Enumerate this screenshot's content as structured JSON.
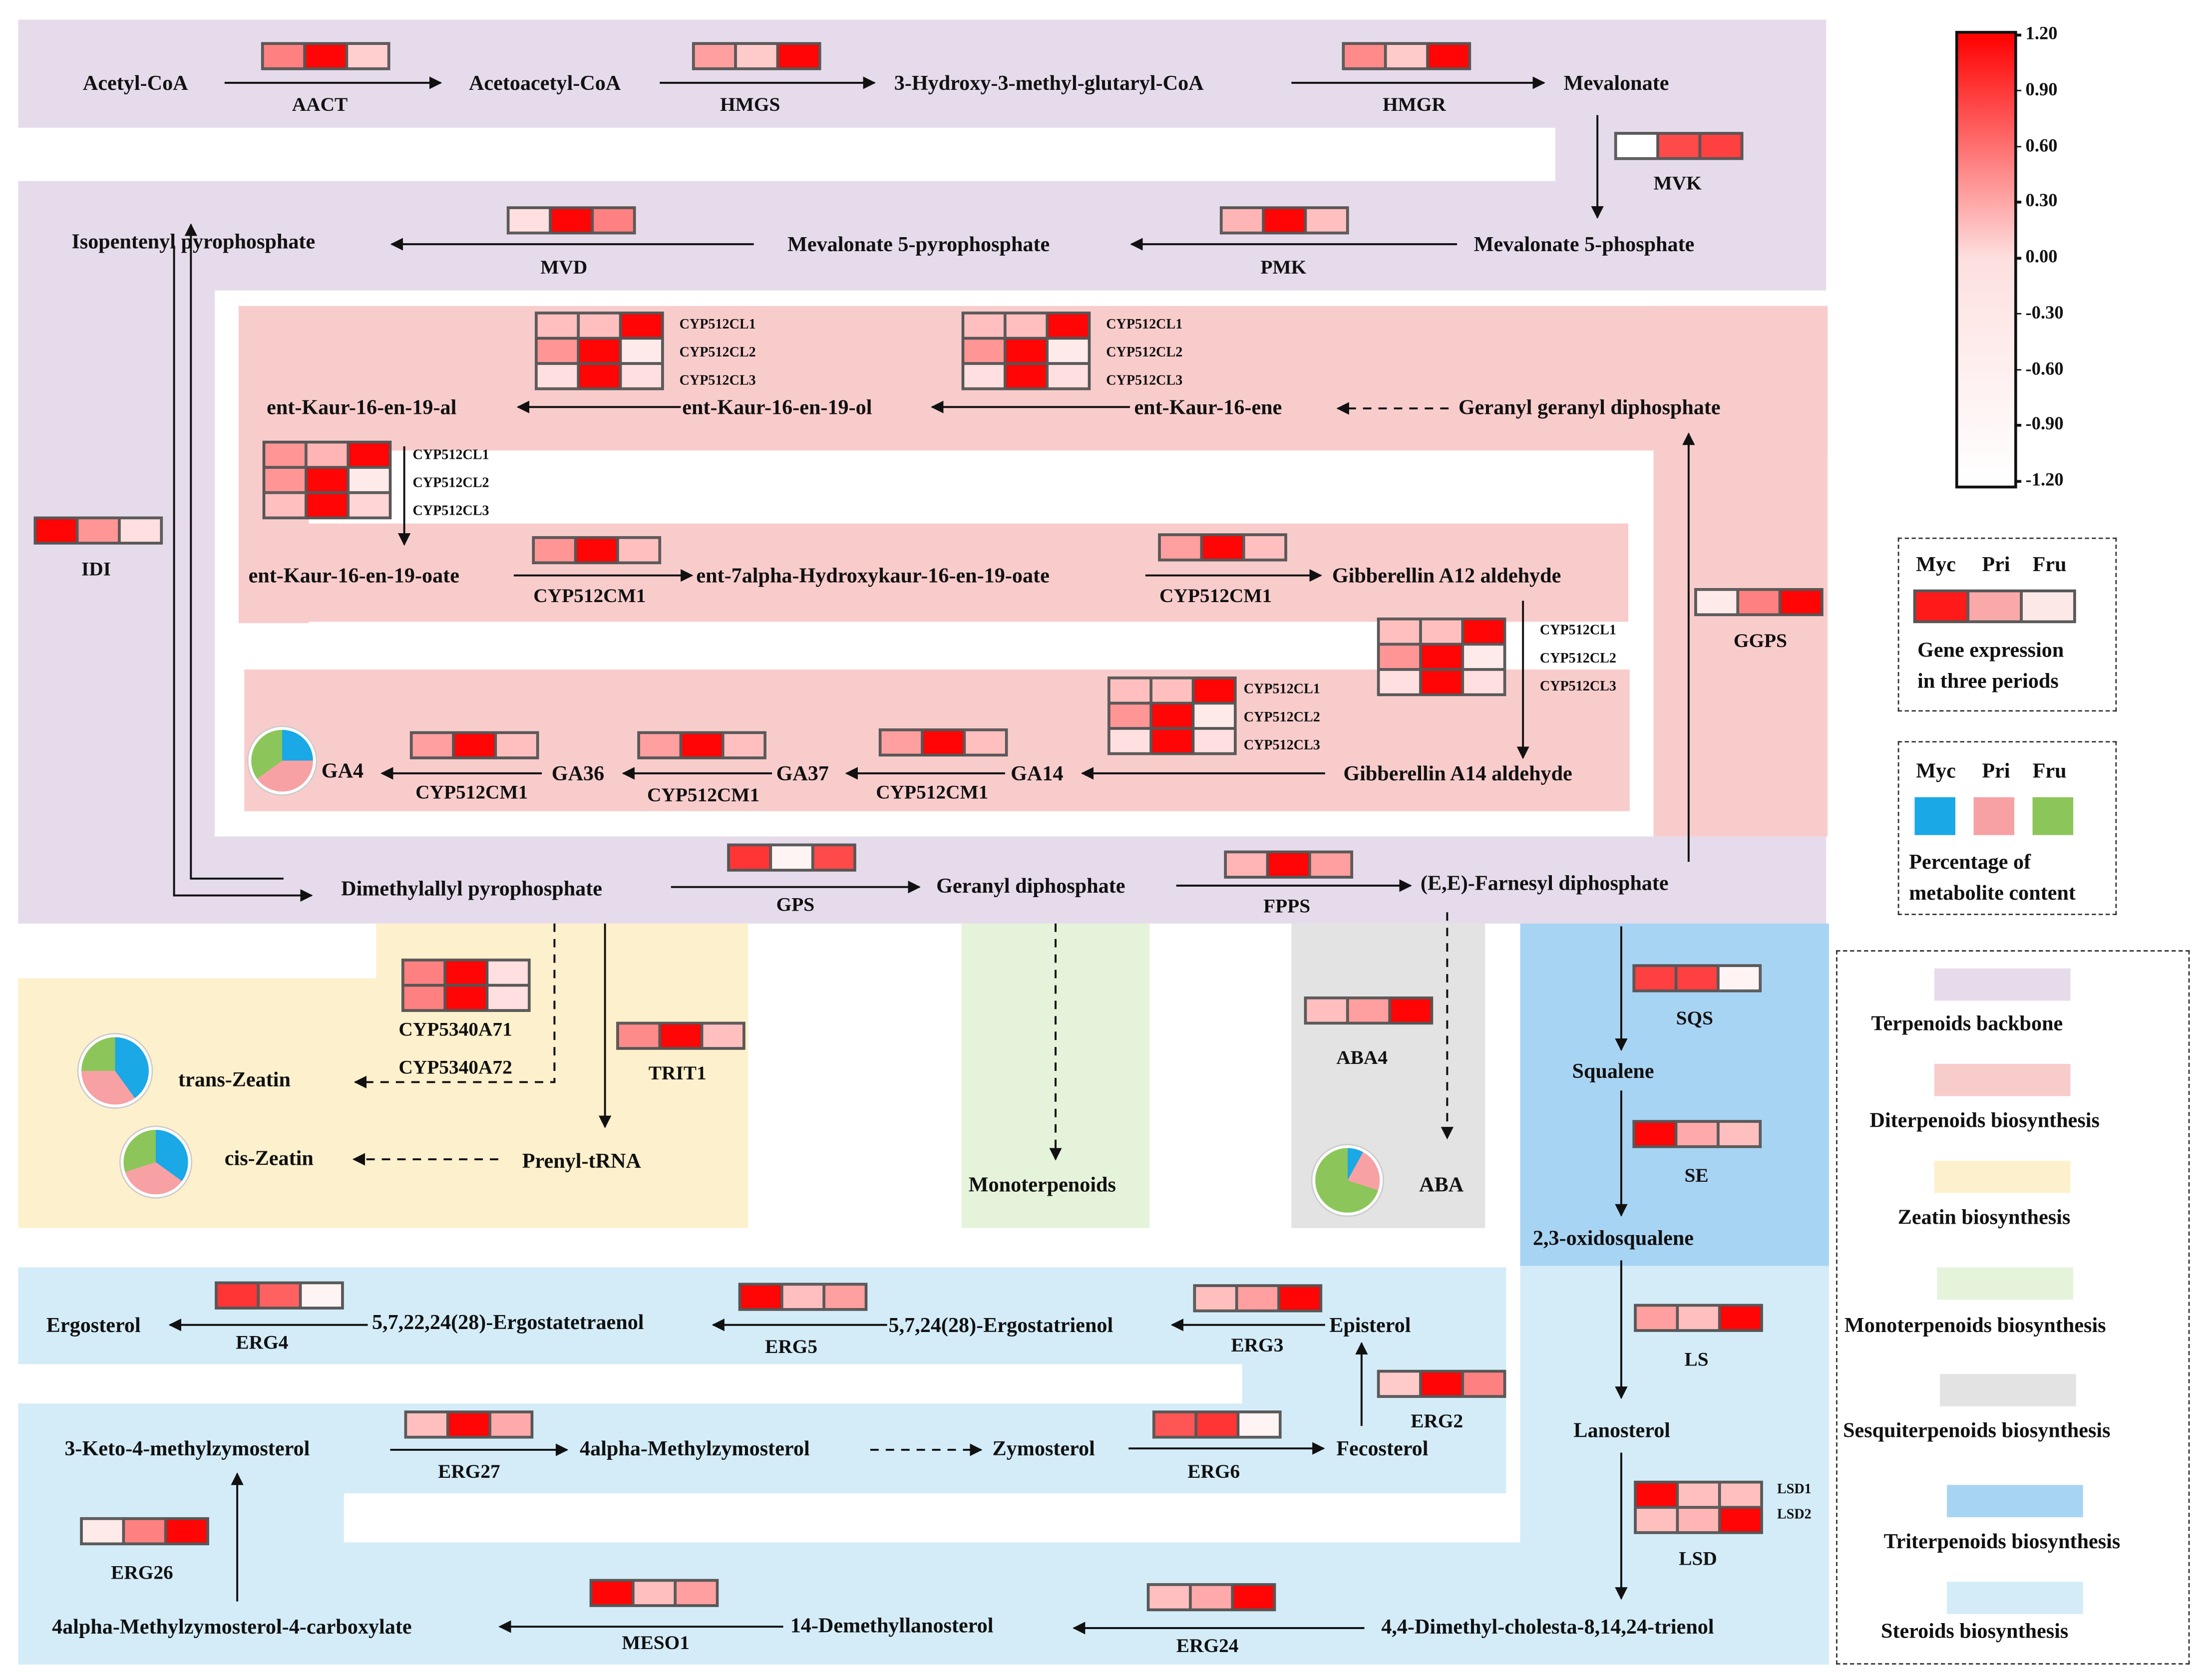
{
  "colors": {
    "terpenoids_bg": "#e6dbeb",
    "diterpenoids_bg": "#f9cccc",
    "zeatin_bg": "#fdf0cc",
    "monoterpenoids_bg": "#e5f3da",
    "sesquiterpenoids_bg": "#e3e3e3",
    "triterpenoids_bg": "#a8d4f3",
    "steroids_bg": "#d3ecf8",
    "myc": "#1aa8e6",
    "pri": "#f7a1a4",
    "fru": "#8cc65a"
  },
  "metabolites": {
    "acetyl_coa": "Acetyl-CoA",
    "acetoacetyl_coa": "Acetoacetyl-CoA",
    "hmg_coa": "3-Hydroxy-3-methyl-glutaryl-CoA",
    "mevalonate": "Mevalonate",
    "mevalonate_5p": "Mevalonate 5-phosphate",
    "mevalonate_5pp": "Mevalonate 5-pyrophosphate",
    "ipp": "Isopentenyl pyrophosphate",
    "ent_kaur_al": "ent-Kaur-16-en-19-al",
    "ent_kaur_ol": "ent-Kaur-16-en-19-ol",
    "ent_kaurene": "ent-Kaur-16-ene",
    "ggpp": "Geranyl geranyl diphosphate",
    "ent_kaur_oate": "ent-Kaur-16-en-19-oate",
    "ent_7alpha": "ent-7alpha-Hydroxykaur-16-en-19-oate",
    "ga12": "Gibberellin A12 aldehyde",
    "ga14_ald": "Gibberellin A14 aldehyde",
    "ga14": "GA14",
    "ga37": "GA37",
    "ga36": "GA36",
    "ga4": "GA4",
    "dmapp": "Dimethylallyl pyrophosphate",
    "gpp": "Geranyl diphosphate",
    "fpp": "(E,E)-Farnesyl diphosphate",
    "trans_zeatin": "trans-Zeatin",
    "cis_zeatin": "cis-Zeatin",
    "prenyl_trna": "Prenyl-tRNA",
    "monoterpenoids": "Monoterpenoids",
    "aba": "ABA",
    "squalene": "Squalene",
    "oxidosqualene": "2,3-oxidosqualene",
    "lanosterol": "Lanosterol",
    "ergosterol": "Ergosterol",
    "ergostatetraenol": "5,7,22,24(28)-Ergostatetraenol",
    "ergostatrienol": "5,7,24(28)-Ergostatrienol",
    "episterol": "Episterol",
    "keto": "3-Keto-4-methylzymosterol",
    "methylzymosterol": "4alpha-Methylzymosterol",
    "zymosterol": "Zymosterol",
    "fecosterol": "Fecosterol",
    "carboxylate": "4alpha-Methylzymosterol-4-carboxylate",
    "demethyllanosterol": "14-Demethyllanosterol",
    "dimethylcholesta": "4,4-Dimethyl-cholesta-8,14,24-trienol"
  },
  "enzymes": {
    "aact": "AACT",
    "hmgs": "HMGS",
    "hmgr": "HMGR",
    "mvk": "MVK",
    "pmk": "PMK",
    "mvd": "MVD",
    "idi": "IDI",
    "cypcm1_a": "CYP512CM1",
    "cypcm1_b": "CYP512CM1",
    "cypcm1_c": "CYP512CM1",
    "cypcm1_d": "CYP512CM1",
    "cypcm1_e": "CYP512CM1",
    "ggps": "GGPS",
    "gps": "GPS",
    "fpps": "FPPS",
    "cyp5340a71": "CYP5340A71",
    "cyp5340a72": "CYP5340A72",
    "trit1": "TRIT1",
    "aba4": "ABA4",
    "sqs": "SQS",
    "se": "SE",
    "ls": "LS",
    "lsd": "LSD",
    "lsd1": "LSD1",
    "lsd2": "LSD2",
    "erg4": "ERG4",
    "erg5": "ERG5",
    "erg3": "ERG3",
    "erg2": "ERG2",
    "erg27": "ERG27",
    "erg6": "ERG6",
    "erg26": "ERG26",
    "meso1": "MESO1",
    "erg24": "ERG24",
    "cl1": "CYP512CL1",
    "cl2": "CYP512CL2",
    "cl3": "CYP512CL3"
  },
  "heatmaps": {
    "aact": [
      [
        0.0,
        1.15,
        -0.75
      ]
    ],
    "hmgs": [
      [
        -0.3,
        -0.7,
        1.15
      ]
    ],
    "hmgr": [
      [
        -0.1,
        -0.7,
        1.15
      ]
    ],
    "mvk": [
      [
        -1.2,
        0.5,
        0.6
      ]
    ],
    "mvd": [
      [
        -0.9,
        1.15,
        0.0
      ]
    ],
    "pmk": [
      [
        -0.5,
        1.15,
        -0.6
      ]
    ],
    "cl_left": [
      [
        -0.6,
        -0.6,
        1.15
      ],
      [
        -0.2,
        1.15,
        -1.0
      ],
      [
        -0.9,
        1.15,
        -0.9
      ]
    ],
    "cl_mid": [
      [
        -0.6,
        -0.6,
        1.15
      ],
      [
        -0.2,
        1.15,
        -1.0
      ],
      [
        -0.9,
        1.15,
        -0.9
      ]
    ],
    "cl_oate": [
      [
        -0.2,
        -0.5,
        1.15
      ],
      [
        -0.2,
        1.15,
        -1.0
      ],
      [
        -0.6,
        1.15,
        -0.8
      ]
    ],
    "idi": [
      [
        1.15,
        -0.2,
        -0.9
      ]
    ],
    "cm1_a": [
      [
        -0.2,
        1.15,
        -0.6
      ]
    ],
    "cm1_b": [
      [
        -0.3,
        1.15,
        -0.6
      ]
    ],
    "cl_ga12": [
      [
        -0.6,
        -0.6,
        1.15
      ],
      [
        -0.2,
        1.15,
        -1.0
      ],
      [
        -0.9,
        1.15,
        -0.9
      ]
    ],
    "cl_ga14": [
      [
        -0.6,
        -0.6,
        1.15
      ],
      [
        -0.2,
        1.15,
        -1.0
      ],
      [
        -0.9,
        1.15,
        -0.9
      ]
    ],
    "ggps": [
      [
        -1.0,
        0.0,
        1.15
      ]
    ],
    "cm1_c": [
      [
        -0.3,
        1.15,
        -0.6
      ]
    ],
    "cm1_d": [
      [
        -0.3,
        1.15,
        -0.6
      ]
    ],
    "cm1_e": [
      [
        -0.3,
        1.15,
        -0.6
      ]
    ],
    "gps": [
      [
        0.7,
        -1.1,
        0.5
      ]
    ],
    "fpps": [
      [
        -0.5,
        1.15,
        -0.3
      ]
    ],
    "cyp5340": [
      [
        0.0,
        1.15,
        -0.9
      ],
      [
        0.0,
        1.15,
        -0.9
      ]
    ],
    "trit1": [
      [
        -0.1,
        1.15,
        -0.6
      ]
    ],
    "aba4": [
      [
        -0.6,
        -0.3,
        1.15
      ]
    ],
    "sqs": [
      [
        0.6,
        0.6,
        -1.1
      ]
    ],
    "se": [
      [
        1.15,
        -0.4,
        -0.6
      ]
    ],
    "erg4": [
      [
        0.7,
        0.3,
        -1.1
      ]
    ],
    "erg5": [
      [
        1.15,
        -0.6,
        -0.3
      ]
    ],
    "erg3": [
      [
        -0.6,
        -0.3,
        1.15
      ]
    ],
    "erg2": [
      [
        -0.7,
        1.15,
        0.0
      ]
    ],
    "erg27": [
      [
        -0.6,
        1.15,
        -0.4
      ]
    ],
    "erg6": [
      [
        0.4,
        0.7,
        -1.1
      ]
    ],
    "erg26": [
      [
        -1.0,
        0.0,
        1.15
      ]
    ],
    "ls": [
      [
        -0.3,
        -0.6,
        1.15
      ]
    ],
    "lsd": [
      [
        1.15,
        -0.6,
        -0.6
      ],
      [
        -0.6,
        -0.5,
        1.15
      ]
    ],
    "meso1": [
      [
        1.15,
        -0.6,
        -0.3
      ]
    ],
    "erg24": [
      [
        -0.6,
        -0.4,
        1.15
      ]
    ]
  },
  "pies": {
    "ga4": [
      25,
      40,
      35
    ],
    "trans_zeatin": [
      40,
      35,
      25
    ],
    "cis_zeatin": [
      35,
      35,
      30
    ],
    "aba": [
      8,
      22,
      70
    ]
  },
  "scale": {
    "ticks": [
      "1.20",
      "0.90",
      "0.60",
      "0.30",
      "0.00",
      "-0.30",
      "-0.60",
      "-0.90",
      "-1.20"
    ],
    "min": -1.2,
    "max": 1.2
  },
  "legend": {
    "myc": "Myc",
    "pri": "Pri",
    "fru": "Fru",
    "gene_expression_line1": "Gene expression",
    "gene_expression_line2": "in three periods",
    "percentage_line1": "Percentage of",
    "percentage_line2": "metabolite content",
    "terpenoids": "Terpenoids  backbone",
    "diterpenoids": "Diterpenoids  biosynthesis",
    "zeatin": "Zeatin  biosynthesis",
    "monoterpenoids": "Monoterpenoids biosynthesis",
    "sesquiterpenoids": "Sesquiterpenoids biosynthesis",
    "triterpenoids": "Triterpenoids  biosynthesis",
    "steroids": "Steroids  biosynthesis"
  }
}
